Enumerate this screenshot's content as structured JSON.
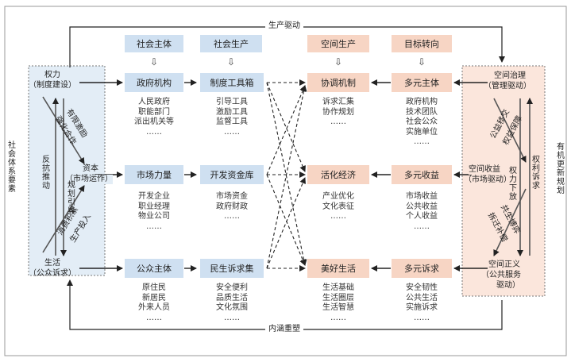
{
  "top_flow": "生产驱动",
  "bottom_flow": "内涵重塑",
  "left_side": "社会体系要素",
  "right_side": "有机更新规划",
  "headers": [
    {
      "label": "社会主体"
    },
    {
      "label": "社会生产"
    },
    {
      "label": "空间生产"
    },
    {
      "label": "目标转向"
    }
  ],
  "hollow_arrow": "⇩",
  "left_panel": {
    "power": "权力",
    "power_sub": "（制度建设）",
    "capital": "资本",
    "capital_sub": "（市场运作）",
    "life": "生活",
    "life_sub": "（公众诉求）",
    "diag_top1": "有限激励",
    "diag_top2": "强化合作",
    "diag_bot1": "消费积累",
    "diag_bot2": "生产投入",
    "v_resist": "反抗推动",
    "v_guide": "规划引导"
  },
  "right_panel": {
    "gov": "空间治理",
    "gov_sub": "（管理驱动）",
    "income": "空间收益",
    "income_sub": "（市场驱动）",
    "justice": "空间正义",
    "justice_sub": "（公共服务",
    "justice_sub2": "驱动）",
    "diag_top1": "公益移交",
    "diag_top2": "权益保障",
    "diag_bot1": "共生博弈",
    "diag_bot2": "拆迁补偿",
    "v_power": "权力下放",
    "v_rights": "权利诉求"
  },
  "rows": [
    {
      "subject": "政府机构",
      "subject_items": [
        "人民政府",
        "职能部门",
        "派出机关等",
        "……"
      ],
      "production": "制度工具箱",
      "production_items": [
        "引导工具",
        "激励工具",
        "监督工具",
        "……"
      ],
      "space": "协调机制",
      "space_items": [
        "诉求汇集",
        "协作规划",
        "……"
      ],
      "target": "多元主体",
      "target_items": [
        "政府机构",
        "技术团队",
        "社会公众",
        "实施单位",
        "……"
      ]
    },
    {
      "subject": "市场力量",
      "subject_items": [
        "开发企业",
        "职业经理",
        "物业公司",
        "……"
      ],
      "production": "开发资金库",
      "production_items": [
        "市场资金",
        "政府财政",
        "……"
      ],
      "space": "活化经济",
      "space_items": [
        "产业优化",
        "文化表征",
        "……"
      ],
      "target": "多元收益",
      "target_items": [
        "市场收益",
        "公共收益",
        "个人收益",
        "……"
      ]
    },
    {
      "subject": "公众主体",
      "subject_items": [
        "原住民",
        "新居民",
        "外来人员",
        "……"
      ],
      "production": "民生诉求集",
      "production_items": [
        "安全便利",
        "品质生活",
        "文化氛围",
        "……"
      ],
      "space": "美好生活",
      "space_items": [
        "生活基础",
        "生活圈层",
        "生活智慧",
        "……"
      ],
      "target": "多元诉求",
      "target_items": [
        "安全韧性",
        "公共生活",
        "实施诉求",
        "……"
      ]
    }
  ],
  "colors": {
    "blue_box": "#cfe0f1",
    "orange_box": "#f7d5c4",
    "left_panel_bg": "#e3edf6",
    "right_panel_bg": "#fbe6dc"
  }
}
